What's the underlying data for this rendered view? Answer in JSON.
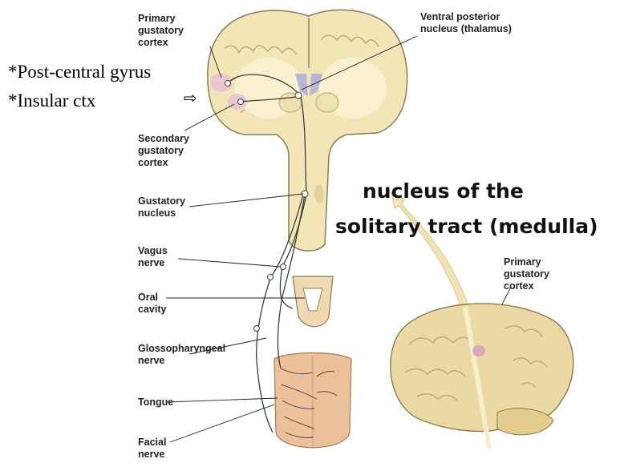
{
  "labels": {
    "primary_gustatory_cortex_top": "Primary\ngustatory\ncortex",
    "ventral_posterior_nucleus": "Ventral posterior\nnucleus (thalamus)",
    "secondary_gustatory_cortex": "Secondary\ngustatory\ncortex",
    "gustatory_nucleus": "Gustatory\nnucleus",
    "vagus_nerve": "Vagus\nnerve",
    "oral_cavity": "Oral\ncavity",
    "glossopharyngeal_nerve": "Glossopharyngeal\nnerve",
    "tongue": "Tongue",
    "facial_nerve": "Facial\nnerve",
    "primary_gustatory_cortex_side": "Primary\ngustatory\ncortex"
  },
  "annotations": {
    "post_central": "*Post-central gyrus",
    "insular": "*Insular ctx",
    "arrow_symbol": "⇨",
    "nts_line1": "nucleus of the",
    "nts_line2": "solitary tract (medulla)"
  },
  "colors": {
    "brain_fill": "#f3e6b6",
    "brain_outline": "#8a7a55",
    "white_matter": "#f8f0cf",
    "ventricle": "#b7b6d8",
    "cortex_pink": "#e9c3d0",
    "tongue": "#eac19a",
    "pathway": "#3b3b3b",
    "brain_side": "#ecd8a2"
  }
}
